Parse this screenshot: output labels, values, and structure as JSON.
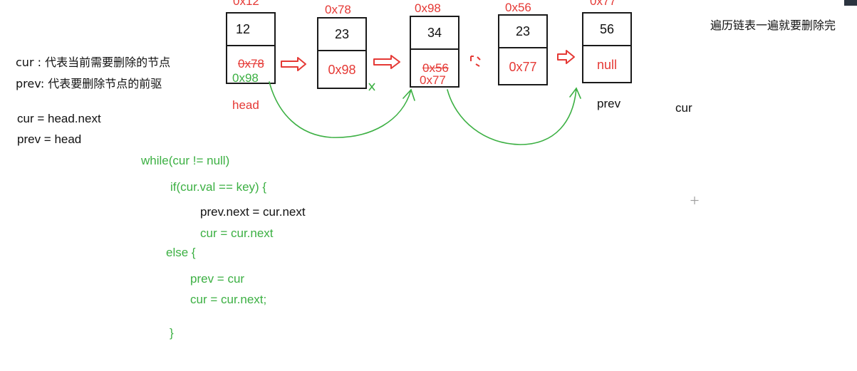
{
  "header": {
    "note": "遍历链表一遍就要删除完"
  },
  "legend": {
    "cur_desc": "cur : 代表当前需要删除的节点",
    "prev_desc": "prev: 代表要删除节点的前驱"
  },
  "init": {
    "line1": "cur = head.next",
    "line2": "prev = head"
  },
  "nodes": [
    {
      "addr": "0x12",
      "val": "12",
      "next_old": "0x78",
      "next_new": "0x98"
    },
    {
      "addr": "0x78",
      "val": "23",
      "next": "0x98"
    },
    {
      "addr": "0x98",
      "val": "34",
      "next_old": "0x56",
      "next_new": "0x77"
    },
    {
      "addr": "0x56",
      "val": "23",
      "next": "0x77"
    },
    {
      "addr": "0x77",
      "val": "56",
      "next": "null"
    }
  ],
  "labels": {
    "head": "head",
    "prev": "prev",
    "cur": "cur"
  },
  "code": {
    "l1": "while(cur != null)",
    "l2": "if(cur.val == key) {",
    "l3": "prev.next = cur.next",
    "l4": "cur = cur.next",
    "l5": "else {",
    "l6": "prev = cur",
    "l7": "cur = cur.next;",
    "l8": "}"
  },
  "colors": {
    "red": "#e53935",
    "green": "#3cb043",
    "black": "#111111"
  }
}
